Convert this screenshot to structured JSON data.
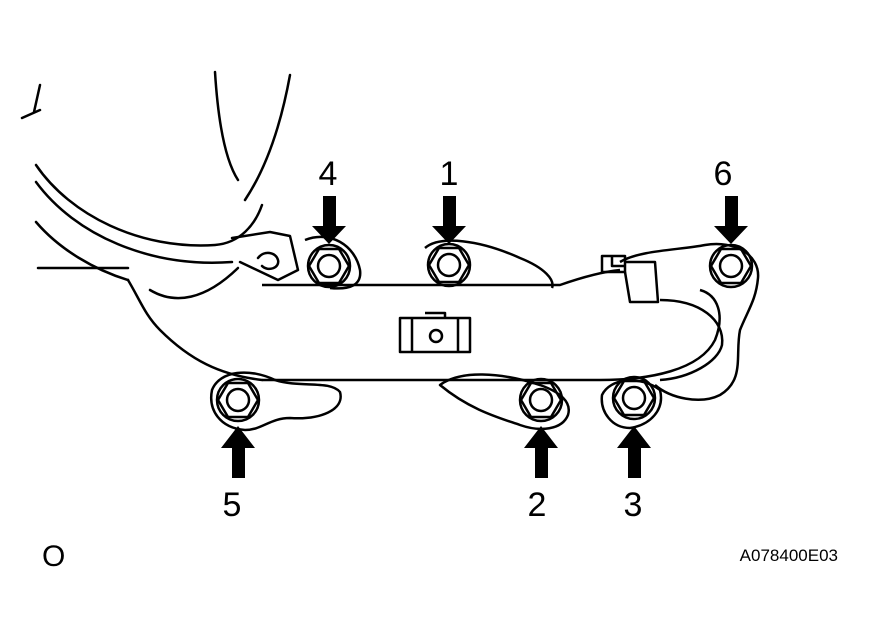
{
  "bolts": [
    {
      "id": "bolt-1",
      "label": "1"
    },
    {
      "id": "bolt-2",
      "label": "2"
    },
    {
      "id": "bolt-3",
      "label": "3"
    },
    {
      "id": "bolt-4",
      "label": "4"
    },
    {
      "id": "bolt-5",
      "label": "5"
    },
    {
      "id": "bolt-6",
      "label": "6"
    }
  ],
  "corner_mark": "O",
  "figure_code": "A078400E03"
}
